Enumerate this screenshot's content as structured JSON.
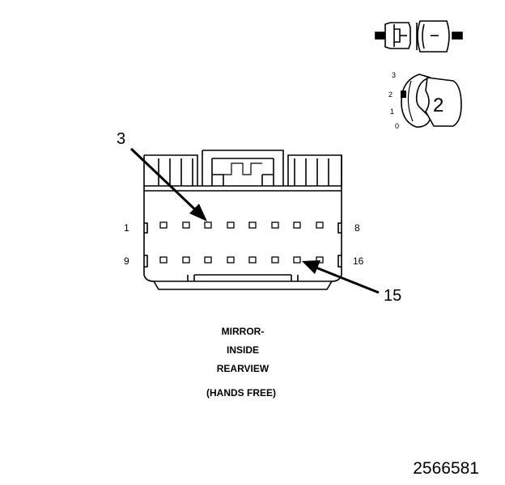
{
  "diagram": {
    "callouts": {
      "top": "3",
      "bottom": "15"
    },
    "pin_labels": {
      "row1_start": "1",
      "row1_end": "8",
      "row2_start": "9",
      "row2_end": "16"
    },
    "title_lines": [
      "MIRROR-",
      "INSIDE",
      "REARVIEW",
      "(HANDS FREE)"
    ],
    "figure_number": "2566581",
    "view_icon": {
      "number": "2",
      "positions": [
        "3",
        "2",
        "1",
        "0"
      ]
    }
  }
}
